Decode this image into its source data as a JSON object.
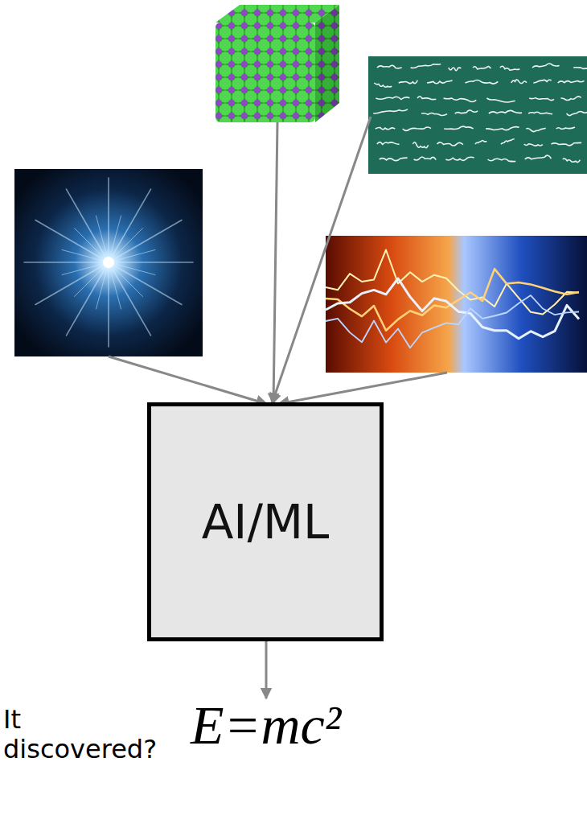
{
  "diagram": {
    "nodes": [
      {
        "text": [
          "AI/ML"
        ]
      }
    ],
    "labels": [
      "E=mc²",
      "It discovered?"
    ]
  }
}
